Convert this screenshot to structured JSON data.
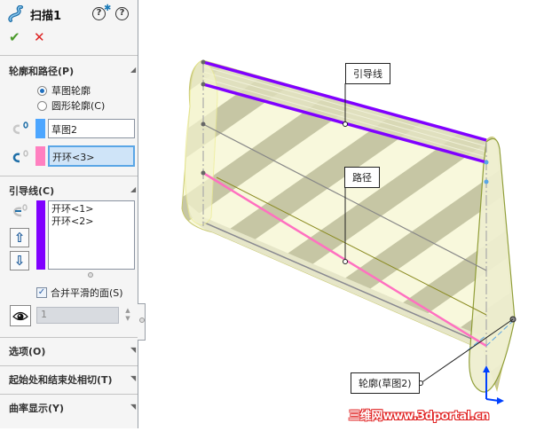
{
  "header": {
    "title": "扫描1",
    "icon": "sweep-icon",
    "help_whats_new": "?",
    "help": "?",
    "ok_icon": "✔",
    "cancel_icon": "✕"
  },
  "sections": {
    "profile_path": {
      "title": "轮廓和路径(P)",
      "radio_sketch": "草图轮廓",
      "radio_circle": "圆形轮廓(C)",
      "profile_field": "草图2",
      "path_field": "开环<3>",
      "profile_color": "#4da6ff",
      "path_color": "#ff80c0"
    },
    "guides": {
      "title": "引导线(C)",
      "items": [
        "开环<1>",
        "开环<2>"
      ],
      "color": "#8000ff",
      "up_icon": "⇧",
      "down_icon": "⇩",
      "merge_label": "合并平滑的面(S)",
      "merge_checked": true,
      "spin_value": "1"
    },
    "options": {
      "title": "选项(O)"
    },
    "tangency": {
      "title": "起始处和结束处相切(T)"
    },
    "curvature": {
      "title": "曲率显示(Y)"
    }
  },
  "viewport": {
    "callouts": {
      "guide": "引导线",
      "path": "路径",
      "profile": "轮廓(草图2)"
    },
    "watermark": "三维网www.3dportal.cn"
  }
}
